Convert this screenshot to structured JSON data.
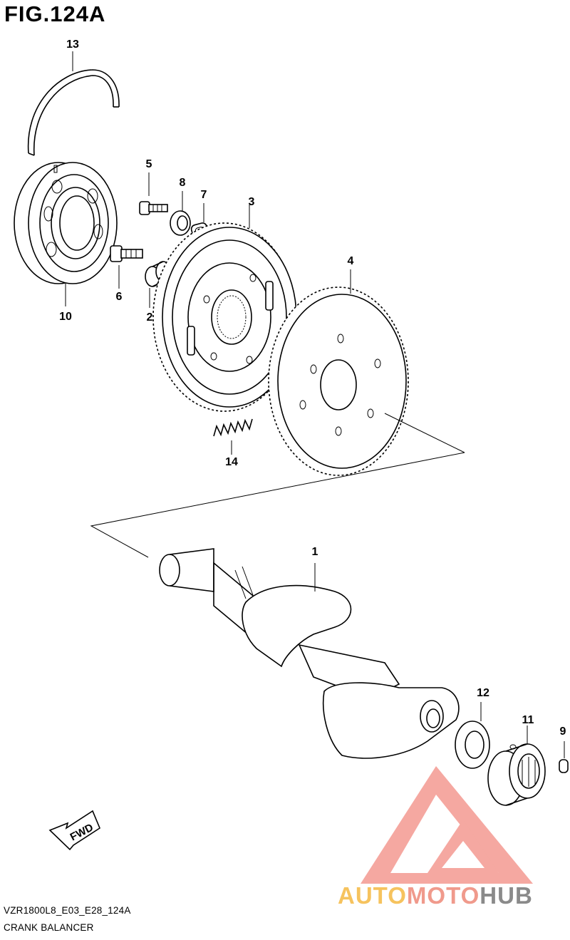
{
  "figure": {
    "title": "FIG.124A",
    "code": "VZR1800L8_E03_E28_124A",
    "name": "CRANK BALANCER"
  },
  "callouts": [
    "1",
    "2",
    "3",
    "4",
    "5",
    "6",
    "7",
    "8",
    "9",
    "10",
    "11",
    "12",
    "13",
    "14"
  ],
  "fwd_label": "FWD",
  "watermark": {
    "brand_part1": "AUTO",
    "brand_part2": "MOTO",
    "brand_part3": "HUB",
    "colors": {
      "auto": "#f6c35e",
      "moto": "#f09a8c",
      "hub": "#8a8a8a",
      "logo": "#f28b82"
    }
  }
}
